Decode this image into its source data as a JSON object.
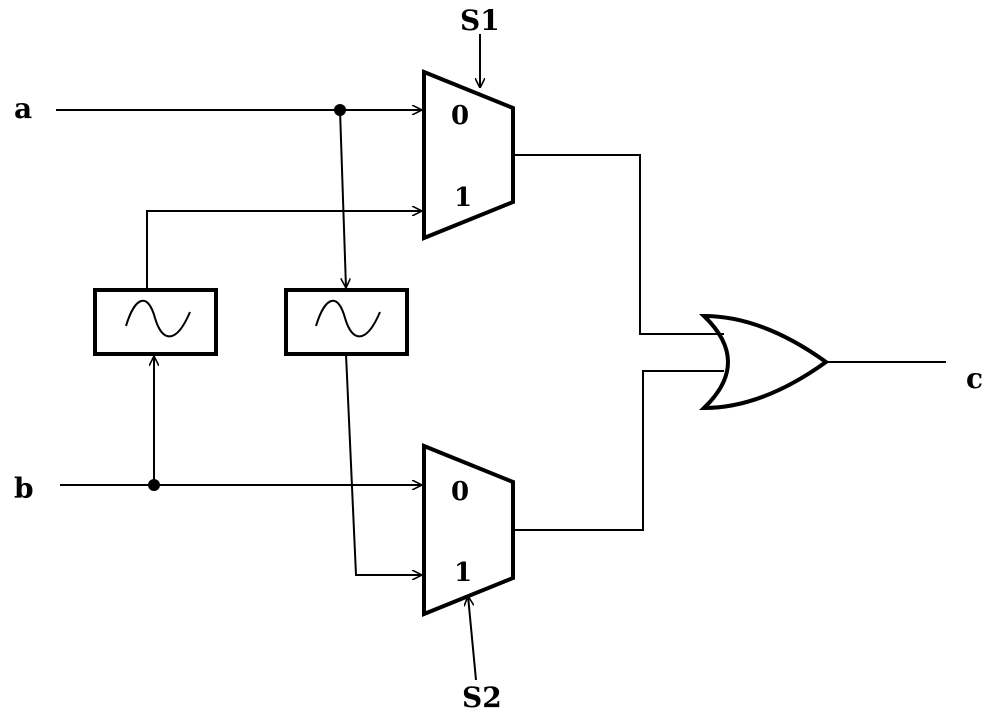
{
  "signals": {
    "input_a": "a",
    "input_b": "b",
    "output_c": "c",
    "select_1": "S1",
    "select_2": "S2"
  },
  "mux_top": {
    "port0": "0",
    "port1": "1"
  },
  "mux_bottom": {
    "port0": "0",
    "port1": "1"
  },
  "colors": {
    "stroke": "#000000",
    "background": "#ffffff"
  }
}
